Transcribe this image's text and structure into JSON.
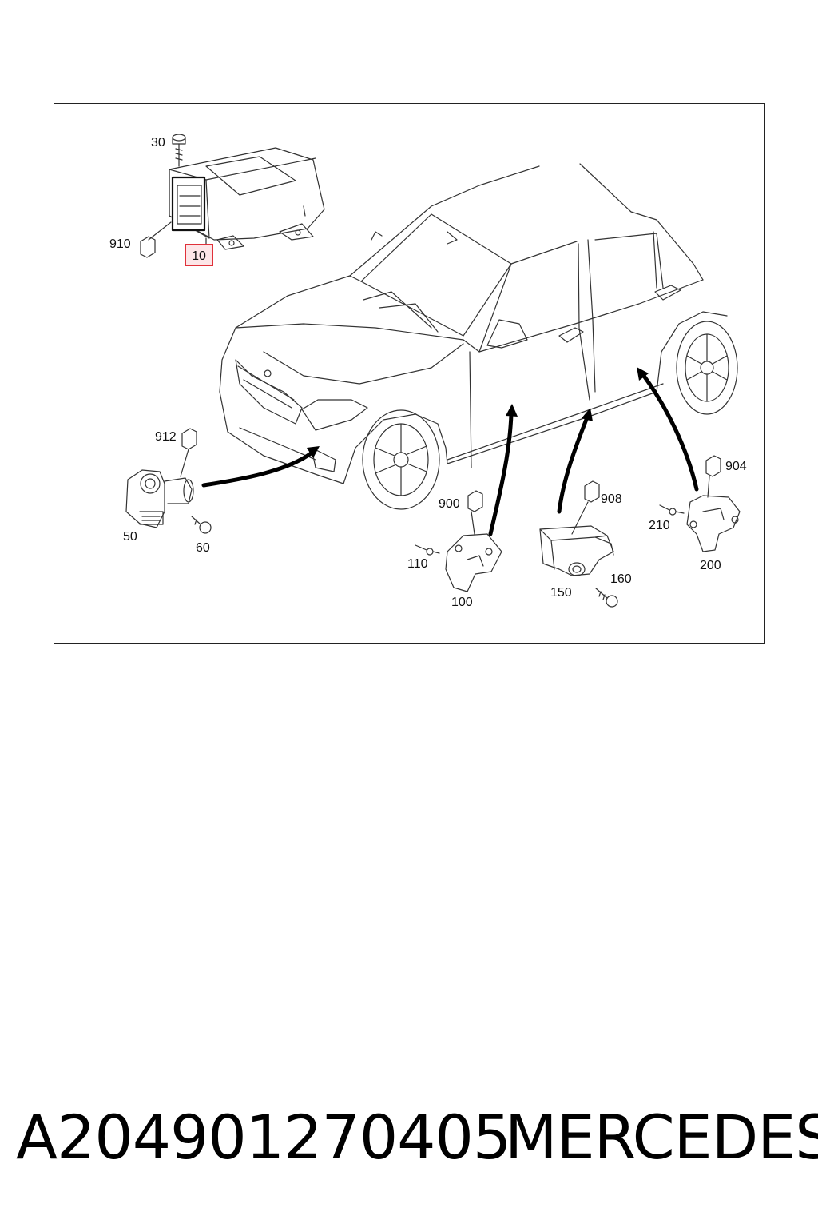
{
  "diagram": {
    "callouts": {
      "c30": "30",
      "c10": "10",
      "c910": "910",
      "c912": "912",
      "c50": "50",
      "c60": "60",
      "c900": "900",
      "c110": "110",
      "c100": "100",
      "c908": "908",
      "c150": "150",
      "c160": "160",
      "c904": "904",
      "c210": "210",
      "c200": "200"
    },
    "highlighted_callout": "10",
    "highlight_color": "#e0313a"
  },
  "footer": {
    "part_number": "A204901270405",
    "brand": "MERCEDES"
  }
}
